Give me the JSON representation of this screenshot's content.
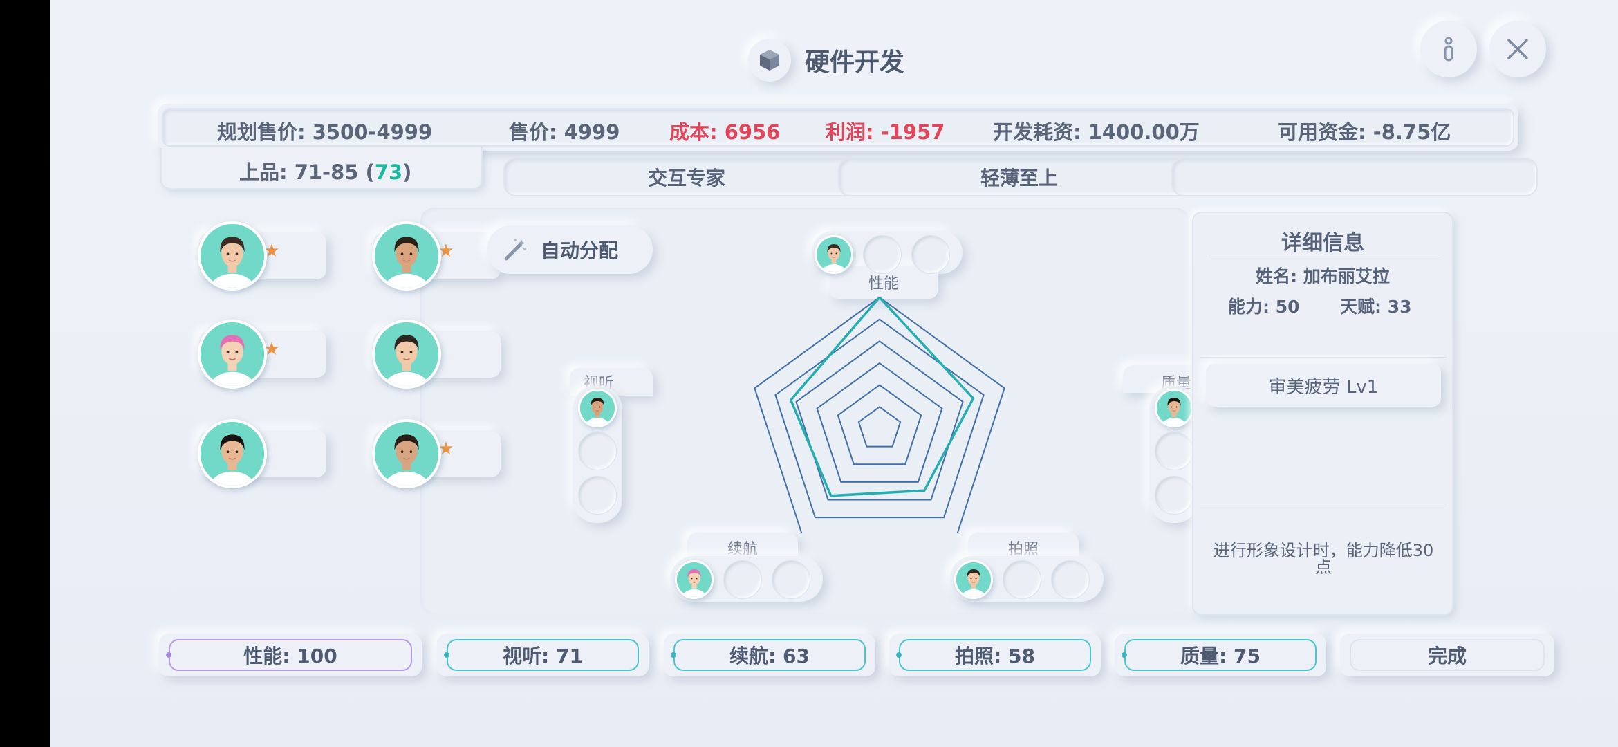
{
  "header": {
    "title": "硬件开发",
    "info_icon": "info-icon",
    "close_icon": "close-icon"
  },
  "stats": {
    "planned_price": "规划售价: 3500-4999",
    "price": "售价: 4999",
    "cost": "成本: 6956",
    "profit": "利润: -1957",
    "dev_cost": "开发耗资: 1400.00万",
    "funds": "可用资金: -8.75亿",
    "tier_label": "上品: 71-85 (",
    "tier_value": "73",
    "tier_close": ")"
  },
  "tags": [
    "交互专家",
    "轻薄至上",
    ""
  ],
  "employees": [
    {
      "stars": "★★",
      "skin": "#f2c9a8",
      "hair": "#3a2a22"
    },
    {
      "stars": "★★",
      "skin": "#d9a47e",
      "hair": "#2b2118"
    },
    {
      "stars": "★★",
      "skin": "#f5d1b6",
      "hair": "#e46fb4"
    },
    {
      "stars": "★",
      "skin": "#f2c9a8",
      "hair": "#2e2420"
    },
    {
      "stars": "★",
      "skin": "#e8b895",
      "hair": "#1a1410"
    },
    {
      "stars": "★★",
      "skin": "#d8a582",
      "hair": "#2a1f18"
    }
  ],
  "auto_assign": "自动分配",
  "radar": {
    "labels": {
      "performance": "性能",
      "audio_video": "视听",
      "battery": "续航",
      "camera": "拍照",
      "quality": "质量"
    }
  },
  "chart_data": {
    "type": "radar",
    "categories": [
      "性能",
      "质量",
      "拍照",
      "续航",
      "视听"
    ],
    "values": [
      100,
      75,
      58,
      63,
      71
    ],
    "ylim": [
      0,
      100
    ],
    "rings": 6,
    "colors": {
      "grid": "#3f6ea8",
      "series": "#25aeb0"
    }
  },
  "detail": {
    "title": "详细信息",
    "name": "姓名: 加布丽艾拉",
    "ability": "能力: 50",
    "talent": "天赋: 33",
    "trait": "审美疲劳  Lv1",
    "desc": "进行形象设计时，能力降低30点"
  },
  "bottom": {
    "performance": "性能: 100",
    "audio_video": "视听: 71",
    "battery": "续航: 63",
    "camera": "拍照: 58",
    "quality": "质量: 75",
    "done": "完成"
  },
  "colors": {
    "accent_teal": "#1bb9a0",
    "negative_red": "#e2455a",
    "star_orange": "#f0923f",
    "button_border": "#4ac6cf",
    "performance_border": "#b89be8"
  }
}
